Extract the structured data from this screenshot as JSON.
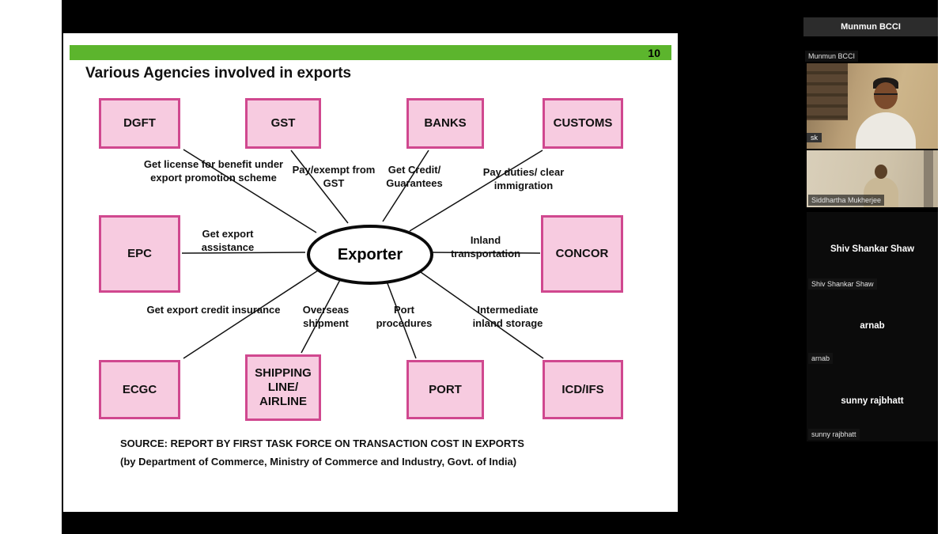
{
  "colors": {
    "slide_accent_green": "#5cb52d",
    "agency_box_fill": "#f7cbe0",
    "agency_box_border": "#d0488f"
  },
  "slide": {
    "page_number": "10",
    "title": "Various Agencies involved in exports",
    "center_label": "Exporter",
    "agencies": [
      {
        "label": "DGFT",
        "role": "Get license for benefit under export promotion scheme"
      },
      {
        "label": "GST",
        "role": "Pay/exempt from GST"
      },
      {
        "label": "BANKS",
        "role": "Get Credit/ Guarantees"
      },
      {
        "label": "CUSTOMS",
        "role": "Pay duties/ clear immigration"
      },
      {
        "label": "EPC",
        "role": "Get export assistance"
      },
      {
        "label": "CONCOR",
        "role": "Inland transportation"
      },
      {
        "label": "ECGC",
        "role": "Get export credit insurance"
      },
      {
        "label": "SHIPPING LINE/ AIRLINE",
        "role": "Overseas shipment"
      },
      {
        "label": "PORT",
        "role": "Port procedures"
      },
      {
        "label": "ICD/IFS",
        "role": "Intermediate inland storage"
      }
    ],
    "source_line1": "SOURCE: REPORT BY FIRST TASK FORCE ON  TRANSACTION COST IN EXPORTS",
    "source_line2": "(by Department of Commerce, Ministry of Commerce and Industry, Govt. of India)"
  },
  "meeting": {
    "active_speaker": "Munmun BCCI",
    "participants": [
      {
        "name": "Munmun BCCI",
        "badge": "sk"
      },
      {
        "name": "Siddhartha Mukherjee"
      },
      {
        "name": "Shiv Shankar Shaw"
      },
      {
        "name": "arnab"
      },
      {
        "name": "sunny rajbhatt"
      }
    ]
  }
}
